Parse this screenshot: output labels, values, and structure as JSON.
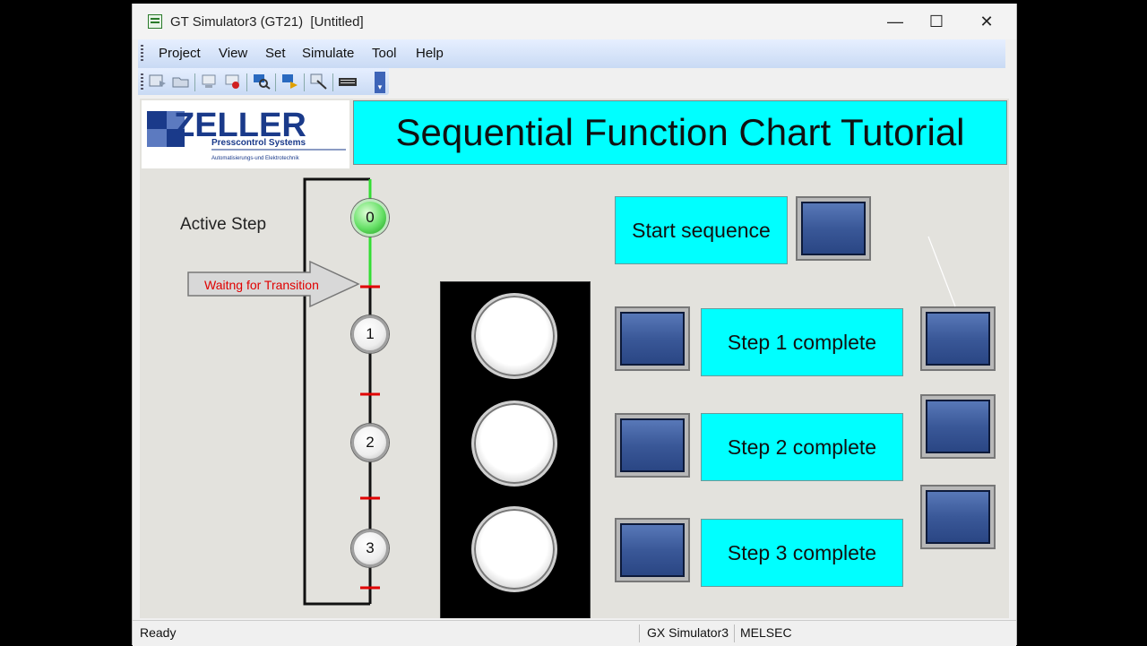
{
  "window": {
    "title": "GT Simulator3 (GT21)  [Untitled]",
    "controls": {
      "minimize": "—",
      "maximize": "☐",
      "close": "✕"
    }
  },
  "menu": {
    "items": [
      "Project",
      "View",
      "Set",
      "Simulate",
      "Tool",
      "Help"
    ]
  },
  "toolbar": {
    "icons": [
      "run-icon",
      "open-icon",
      "device-icon",
      "monitor-icon",
      "search-icon",
      "reset-icon",
      "brush-icon",
      "keyboard-icon"
    ]
  },
  "screen": {
    "logo": {
      "brand": "ZELLER",
      "tagline": "Presscontrol Systems",
      "subline": "Automatisierungs-und Elektrotechnik"
    },
    "title": "Sequential Function Chart Tutorial",
    "active_step_label": "Active Step",
    "transition_label": "Waitng for Transition",
    "steps": [
      {
        "number": "0",
        "active": true
      },
      {
        "number": "1",
        "active": false
      },
      {
        "number": "2",
        "active": false
      },
      {
        "number": "3",
        "active": false
      }
    ],
    "controls": {
      "start_label": "Start sequence",
      "step1_label": "Step 1 complete",
      "step2_label": "Step 2 complete",
      "step3_label": "Step 3 complete"
    },
    "colors": {
      "label_bg": "#00ffff",
      "active_line": "#33dd33",
      "transition_mark": "#e00000",
      "button_blue": "#3a5898"
    }
  },
  "status": {
    "left": "Ready",
    "mid": "GX Simulator3",
    "right": "MELSEC"
  }
}
